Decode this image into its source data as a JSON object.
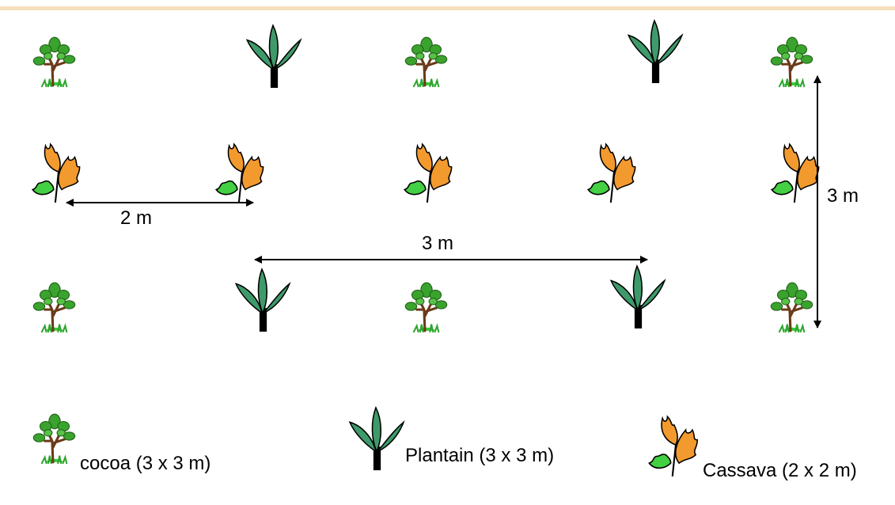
{
  "colors": {
    "top_bar": "#f6dfbd",
    "plantain_leaf": "#3e9a6a",
    "cassava_leaf": "#f39a2e",
    "cassava_small_leaf": "#43d043",
    "cocoa_leaf": "#3aa32e",
    "trunk": "#6b3a1a",
    "grass": "#33cc33",
    "arrow": "#000000"
  },
  "plants": [
    {
      "kind": "cocoa-icon",
      "row": 1,
      "col": 1
    },
    {
      "kind": "plantain-icon",
      "row": 1,
      "col": 2
    },
    {
      "kind": "cocoa-icon",
      "row": 1,
      "col": 3
    },
    {
      "kind": "plantain-icon",
      "row": 1,
      "col": 4
    },
    {
      "kind": "cocoa-icon",
      "row": 1,
      "col": 5
    },
    {
      "kind": "cassava-icon",
      "row": 2,
      "col": 1
    },
    {
      "kind": "cassava-icon",
      "row": 2,
      "col": 2
    },
    {
      "kind": "cassava-icon",
      "row": 2,
      "col": 3
    },
    {
      "kind": "cassava-icon",
      "row": 2,
      "col": 4
    },
    {
      "kind": "cassava-icon",
      "row": 2,
      "col": 5
    },
    {
      "kind": "cocoa-icon",
      "row": 3,
      "col": 1
    },
    {
      "kind": "plantain-icon",
      "row": 3,
      "col": 2
    },
    {
      "kind": "cocoa-icon",
      "row": 3,
      "col": 3
    },
    {
      "kind": "plantain-icon",
      "row": 3,
      "col": 4
    },
    {
      "kind": "cocoa-icon",
      "row": 3,
      "col": 5
    }
  ],
  "measurements": {
    "cassava_spacing": "2 m",
    "plantain_spacing": "3 m",
    "cocoa_row_spacing": "3 m"
  },
  "legend": {
    "cocoa": "cocoa (3 x 3 m)",
    "plantain": "Plantain (3 x 3 m)",
    "cassava": "Cassava (2 x 2 m)"
  }
}
